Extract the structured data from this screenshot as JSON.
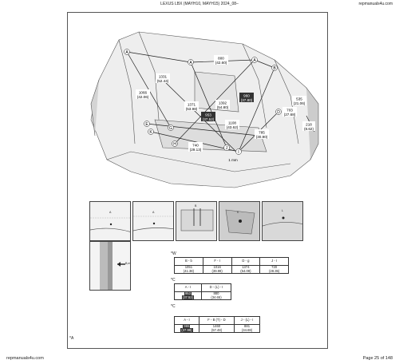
{
  "header": {
    "title": "LEXUS LBX (MAYH10, MAYH15) 2024_08–",
    "site": "repmanuals4u.com"
  },
  "footer": {
    "left": "repmanuals4u.com",
    "right": "Page 25 of 148"
  },
  "diagram": {
    "letters": [
      "A",
      "A",
      "A",
      "B",
      "C",
      "D",
      "E",
      "F",
      "G",
      "H",
      "I",
      "J",
      "K"
    ],
    "measurements": [
      {
        "value": "800",
        "sub": "(42.60)",
        "dark": false
      },
      {
        "value": "1331",
        "sub": "(52.44)",
        "dark": false
      },
      {
        "value": "1066",
        "sub": "(42.06)",
        "dark": false
      },
      {
        "value": "1371",
        "sub": "(53.98)",
        "dark": false
      },
      {
        "value": "1392",
        "sub": "(54.80)",
        "dark": false
      },
      {
        "value": "960",
        "sub": "(37.80)",
        "dark": true
      },
      {
        "value": "953",
        "sub": "(37.52)",
        "dark": true
      },
      {
        "value": "1108",
        "sub": "(43.62)",
        "dark": false
      },
      {
        "value": "535",
        "sub": "(21.06)",
        "dark": false
      },
      {
        "value": "703",
        "sub": "(27.68)",
        "dark": false
      },
      {
        "value": "218",
        "sub": "(8.62)",
        "dark": false
      },
      {
        "value": "785",
        "sub": "(30.90)",
        "dark": false
      },
      {
        "value": "740",
        "sub": "(29.13)",
        "dark": false
      },
      {
        "value": "1 mm",
        "sub": "",
        "dark": false
      }
    ]
  },
  "details": [
    {
      "tag": "A"
    },
    {
      "tag": "A"
    },
    {
      "tag": "B"
    },
    {
      "tag": "K"
    },
    {
      "tag": "L"
    }
  ],
  "side_detail_tag": "B,m",
  "tables": [
    {
      "marker": "*W",
      "headers": [
        "B - b",
        "F - I",
        "D - g",
        "J - I"
      ],
      "values": [
        {
          "v": "1051",
          "s": "(41.38)",
          "dark": false
        },
        {
          "v": "1016",
          "s": "(39.99)",
          "dark": false
        },
        {
          "v": "1374",
          "s": "(54.09)",
          "dark": false
        },
        {
          "v": "720",
          "s": "(28.35)",
          "dark": false
        }
      ]
    },
    {
      "marker": "*C",
      "headers": [
        "A - I",
        "D - (L) - I"
      ],
      "values": [
        {
          "v": "953",
          "s": "(37.52)",
          "dark": true
        },
        {
          "v": "880",
          "s": "(34.65)",
          "dark": false
        }
      ]
    },
    {
      "marker": "*C",
      "headers": [
        "A - I",
        "F - B (T) - D",
        "J - (L) - I"
      ],
      "values": [
        {
          "v": "965",
          "s": "(37.99)",
          "dark": true
        },
        {
          "v": "1460",
          "s": "(57.48)",
          "dark": false
        },
        {
          "v": "881",
          "s": "(34.69)",
          "dark": false
        }
      ]
    }
  ],
  "corner_mark": "*A"
}
